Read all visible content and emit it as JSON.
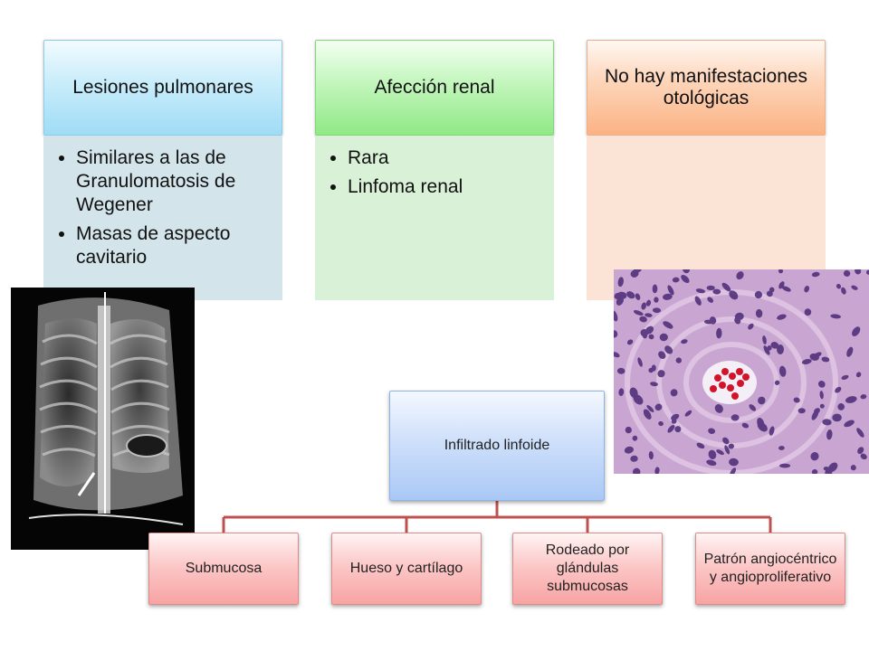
{
  "columns": [
    {
      "heading": "Lesiones pulmonares",
      "bullets": [
        "Similares a las de Granulomatosis de Wegener",
        "Masas de aspecto cavitario"
      ]
    },
    {
      "heading": "Afección renal",
      "bullets": [
        "Rara",
        "Linfoma renal"
      ]
    },
    {
      "heading": "No hay manifestaciones otológicas",
      "bullets": []
    }
  ],
  "hierarchy": {
    "root": "Infiltrado linfoide",
    "children": [
      "Submucosa",
      "Hueso y cartílago",
      "Rodeado por glándulas submucosas",
      "Patrón angiocéntrico y angioproliferativo"
    ]
  },
  "colors": {
    "connector": "#c0504d",
    "lung_header": "#9fdcf6",
    "renal_header": "#8fe985",
    "otologic_header": "#fbb283",
    "root_box": "#aac8f5",
    "child_box": "#f7a3a3"
  }
}
